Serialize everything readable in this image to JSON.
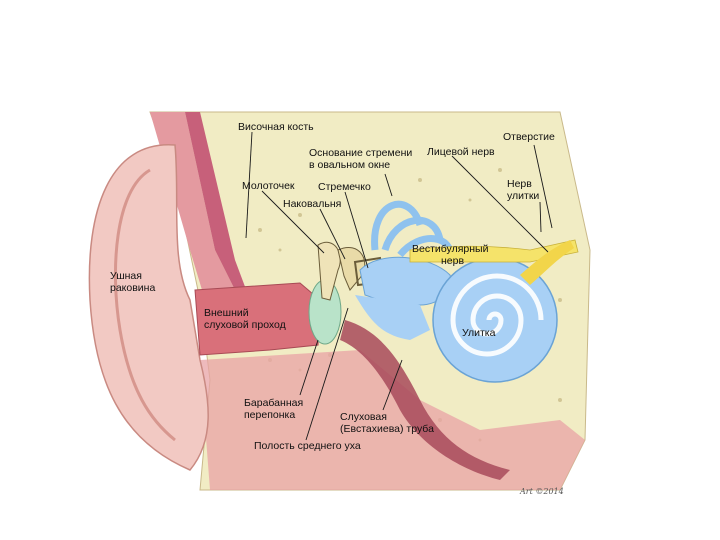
{
  "labels": {
    "temporal_bone": "Височная кость",
    "stapes_base": "Основание стремени",
    "oval_window": "в овальном окне",
    "opening": "Отверстие",
    "facial_nerve": "Лицевой нерв",
    "malleus": "Молоточек",
    "stapes": "Стремечко",
    "cochlear_nerve_1": "Нерв",
    "cochlear_nerve_2": "улитки",
    "incus": "Наковальня",
    "vestibular_nerve_1": "Вестибулярный",
    "vestibular_nerve_2": "нерв",
    "auricle_1": "Ушная",
    "auricle_2": "раковина",
    "ext_canal_1": "Внешний",
    "ext_canal_2": "слуховой проход",
    "cochlea": "Улитка",
    "eardrum_1": "Барабанная",
    "eardrum_2": "перепонка",
    "auditory_tube_1": "Слуховая",
    "auditory_tube_2": "(Евстахиева) труба",
    "middle_ear": "Полость среднего уха"
  },
  "signature": "Art ©2014",
  "colors": {
    "skin": "#f2c9c3",
    "canal": "#d9707a",
    "bone": "#f1ecc4",
    "cochlea": "#a8d0f5",
    "nerve": "#f5e36a",
    "eardrum": "#b9e3c9"
  }
}
